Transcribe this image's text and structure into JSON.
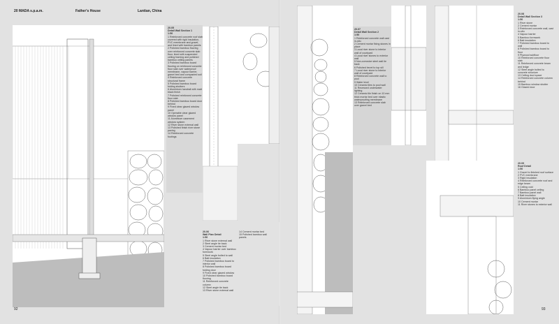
{
  "header": {
    "firm": "20 MADA s.p.a.m.",
    "project": "Father's House",
    "location": "Lantian, China"
  },
  "page_numbers": {
    "left": "92",
    "right": "93"
  },
  "captions": [
    {
      "id": "20.05",
      "title": "Detail Wall Section 1",
      "scale": "1:50",
      "items": [
        "1 Reinforced concrete roof slab covered with rigid insulation, PVC membrane and gravel, and lined with bamboo panels",
        "2 Polished bamboo flooring over reinforced concrete slab floor, lined with suspended ceiling framing and polished bamboo ceiling panels",
        "3 Polished bamboo board flooring on reinforced concrete floor slab over waterproof membrane, vapour barrier, gravel bed and compacted soil",
        "4 Reinforced concrete structural frame",
        "5 Polished bamboo board folding shutters",
        "6 Aluminium handrail with matt black finish",
        "7 Polished reinforced concrete floor slab",
        "8 Polished bamboo board door behind",
        "9 Fixed clear glazed window panel",
        "10 Operable clear glazed window panel",
        "11 Aluminium casement window system",
        "12 River stone external wall",
        "13 Polished finish river stone paving",
        "14 Reinforced concrete footings"
      ]
    },
    {
      "id": "20.06",
      "title": "Wall Plan Detail",
      "scale": "1:50",
      "items": [
        "1 River stone external wall",
        "2 Steel angle tie back",
        "3 Cement mortar bed",
        "4 Vapour barrier over bamboo formwork",
        "5 Steel angle bolted to wall",
        "6 Batt insulation",
        "7 Polished bamboo board to interior wall",
        "8 Polished bamboo board folding door",
        "9 Fixed clear glazed window",
        "10 Polished bamboo board flooring",
        "11 Reinforced concrete column",
        "12 Steel angle tie back",
        "13 River stone external wall",
        "14 Cement mortar bed",
        "15 Polished bamboo wall panels"
      ]
    },
    {
      "id": "20.07",
      "title": "Detail Wall Section 2",
      "scale": "1:50",
      "items": [
        "1 Reinforced concrete wall cast in-situ",
        "2 Cement mortar fixing stones in place",
        "3 Local river stone to interior wall of courtyard",
        "4 Local river stones to exterior wall",
        "5 Non-corrosive steel wall tie back",
        "6 Polished bevel to top sill",
        "7 Local river stone to interior wall of courtyard",
        "8 Reinforced concrete wall to pool",
        "9 Water level",
        "10 Ceramic tiles to pool wall",
        "11 Recessed underwater lighting",
        "12 Ceramic tile finish on 10 mm thick mortar bed over elastic waterproofing membrane",
        "13 Reinforced concrete slab over gravel bed"
      ]
    },
    {
      "id": "20.08",
      "title": "Detail Wall Section 3",
      "scale": "1:50",
      "items": [
        "1 River stone",
        "2 Cement mortar",
        "3 Reinforced concrete wall, cast in-situ",
        "4 Vapour barrier",
        "5 Bamboo formwork",
        "6 Batt insulation",
        "7 Polished bamboo board to wall",
        "8 Polished bamboo board to floor",
        "9 Plywood subfloor",
        "10 Reinforced concrete floor slab",
        "11 Reinforced concrete beam and ledge",
        "12 Steel angle bolted to concrete structure",
        "13 Ceiling duct space",
        "14 Reinforced concrete column behind",
        "15 Bamboo window shutter",
        "16 Glazed door"
      ]
    },
    {
      "id": "20.09",
      "title": "Roof Detail",
      "scale": "1:50",
      "items": [
        "1 Gravel to finished roof surface",
        "2 PVC membrane",
        "3 Rigid insulation",
        "4 Reinforced concrete roof and edge beam",
        "5 Ceiling void",
        "6 Bamboo panel ceiling",
        "7 Bamboo panel wall",
        "8 Batt insulation",
        "9 Aluminium flying angle",
        "10 Cement mortar",
        "11 River stones to exterior wall"
      ]
    }
  ]
}
